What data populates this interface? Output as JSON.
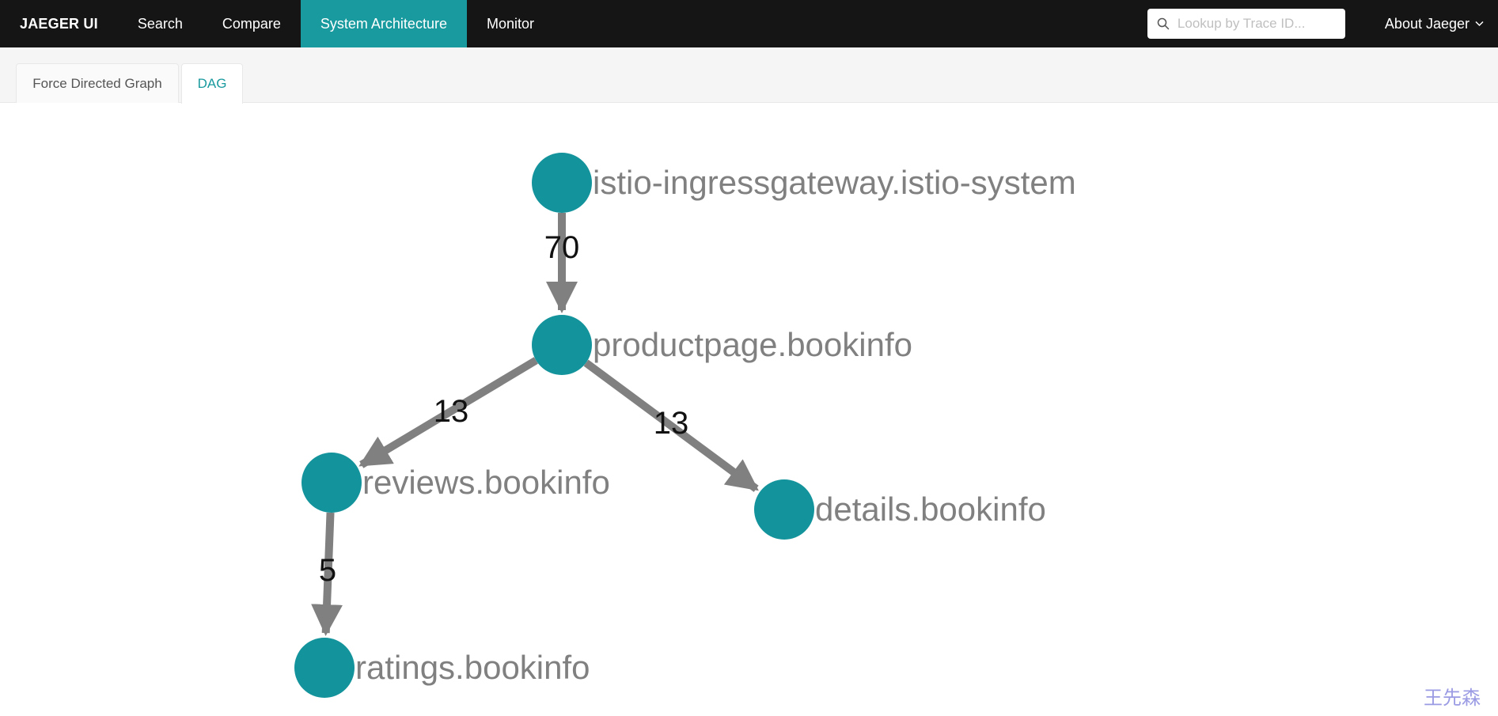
{
  "header": {
    "brand": "JAEGER UI",
    "nav": [
      {
        "label": "Search"
      },
      {
        "label": "Compare"
      },
      {
        "label": "System Architecture",
        "active": true
      },
      {
        "label": "Monitor"
      }
    ],
    "search_placeholder": "Lookup by Trace ID...",
    "about_label": "About Jaeger"
  },
  "tabs": [
    {
      "label": "Force Directed Graph"
    },
    {
      "label": "DAG",
      "active": true
    }
  ],
  "graph": {
    "node_color": "#13939b",
    "edge_color": "#808080",
    "nodes": [
      {
        "id": "istio",
        "label": "istio-ingressgateway.istio-system"
      },
      {
        "id": "productpage",
        "label": "productpage.bookinfo"
      },
      {
        "id": "reviews",
        "label": "reviews.bookinfo"
      },
      {
        "id": "details",
        "label": "details.bookinfo"
      },
      {
        "id": "ratings",
        "label": "ratings.bookinfo"
      }
    ],
    "edges": [
      {
        "from": "istio",
        "to": "productpage",
        "label": "70"
      },
      {
        "from": "productpage",
        "to": "reviews",
        "label": "13"
      },
      {
        "from": "productpage",
        "to": "details",
        "label": "13"
      },
      {
        "from": "reviews",
        "to": "ratings",
        "label": "5"
      }
    ]
  },
  "watermark": "王先森",
  "colors": {
    "accent": "#199a9e",
    "nav_background": "#151515"
  }
}
